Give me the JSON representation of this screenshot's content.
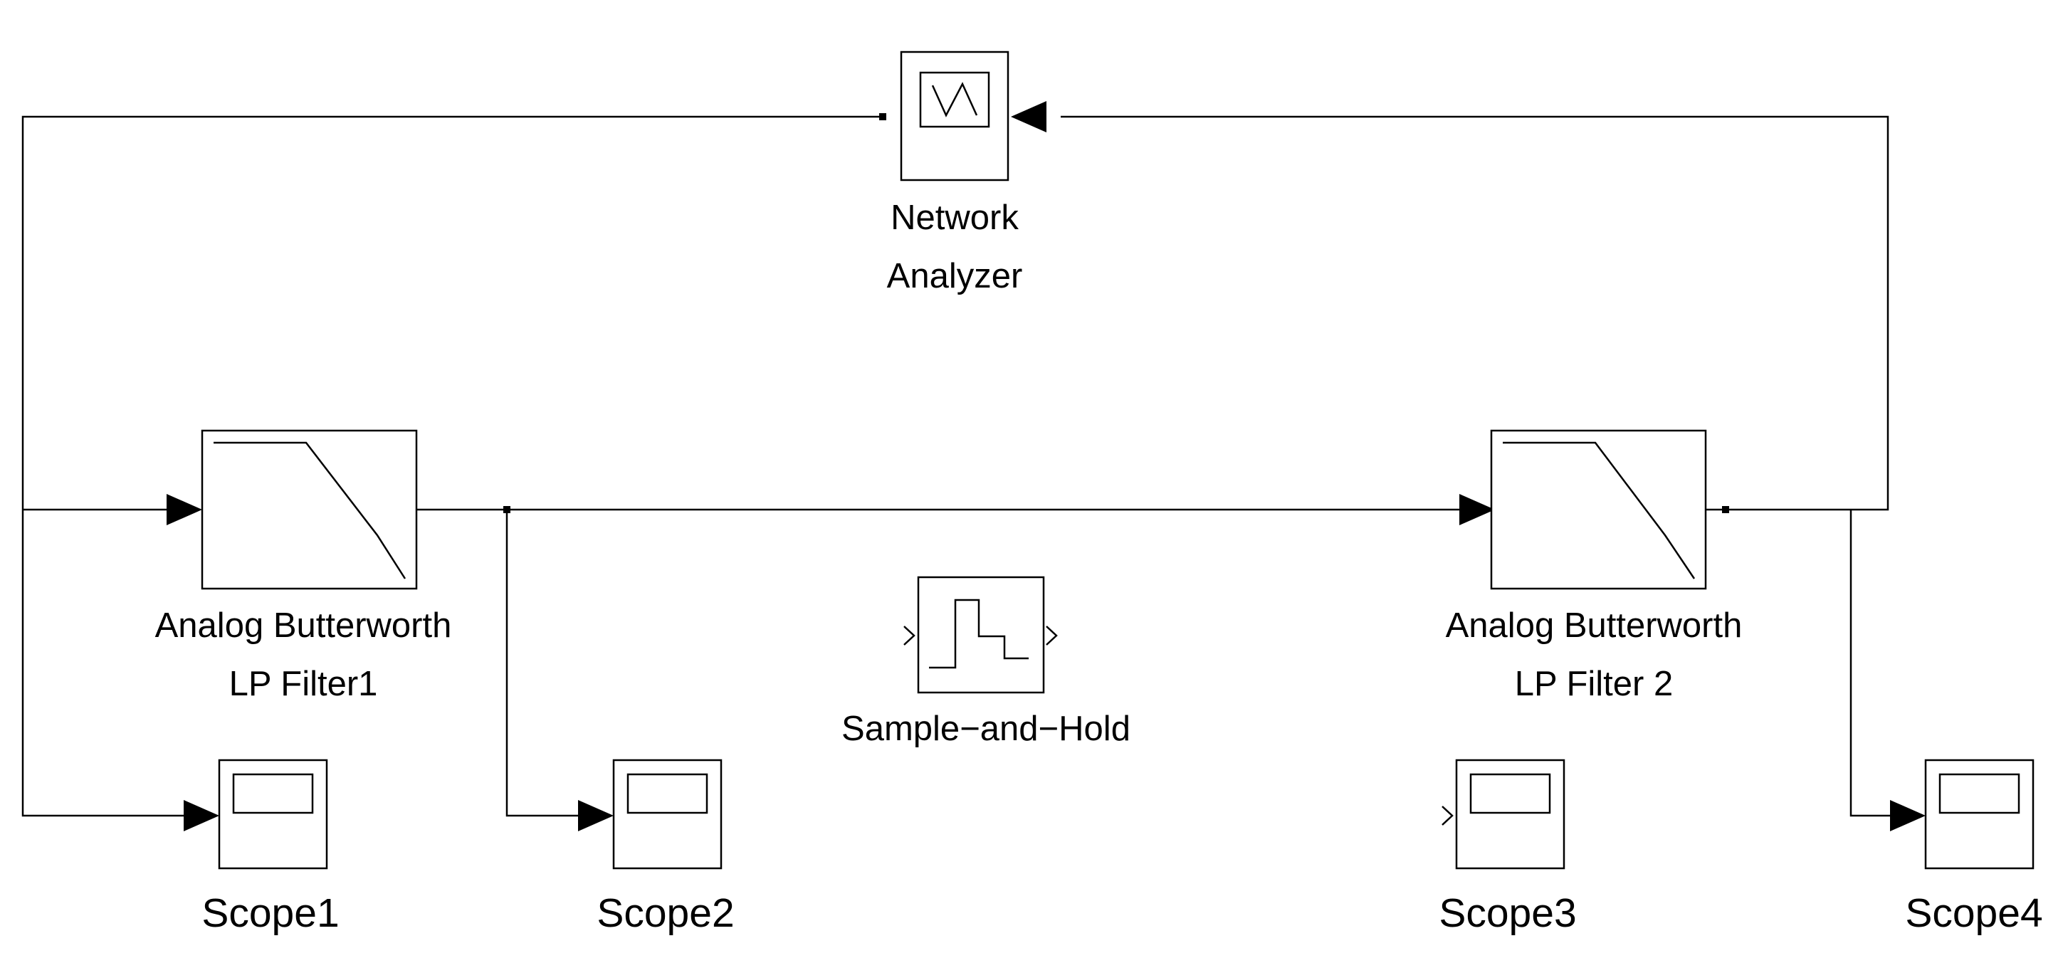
{
  "diagram": {
    "blocks": [
      {
        "id": "network-analyzer",
        "label_lines": [
          "Network",
          "Analyzer"
        ]
      },
      {
        "id": "filter1",
        "label_lines": [
          "Analog Butterworth",
          "LP Filter1"
        ]
      },
      {
        "id": "filter2",
        "label_lines": [
          "Analog Butterworth",
          "LP Filter 2"
        ]
      },
      {
        "id": "sample-hold",
        "label_lines": [
          "Sample−and−Hold"
        ]
      },
      {
        "id": "scope1",
        "label_lines": [
          "Scope1"
        ]
      },
      {
        "id": "scope2",
        "label_lines": [
          "Scope2"
        ]
      },
      {
        "id": "scope3",
        "label_lines": [
          "Scope3"
        ]
      },
      {
        "id": "scope4",
        "label_lines": [
          "Scope4"
        ]
      }
    ],
    "connections": [
      {
        "from": "network-analyzer",
        "to": "filter1"
      },
      {
        "from": "network-analyzer",
        "to": "scope1"
      },
      {
        "from": "filter1",
        "to": "filter2"
      },
      {
        "from": "filter1",
        "to": "scope2"
      },
      {
        "from": "filter2",
        "to": "network-analyzer"
      },
      {
        "from": "filter2",
        "to": "scope4"
      }
    ]
  }
}
